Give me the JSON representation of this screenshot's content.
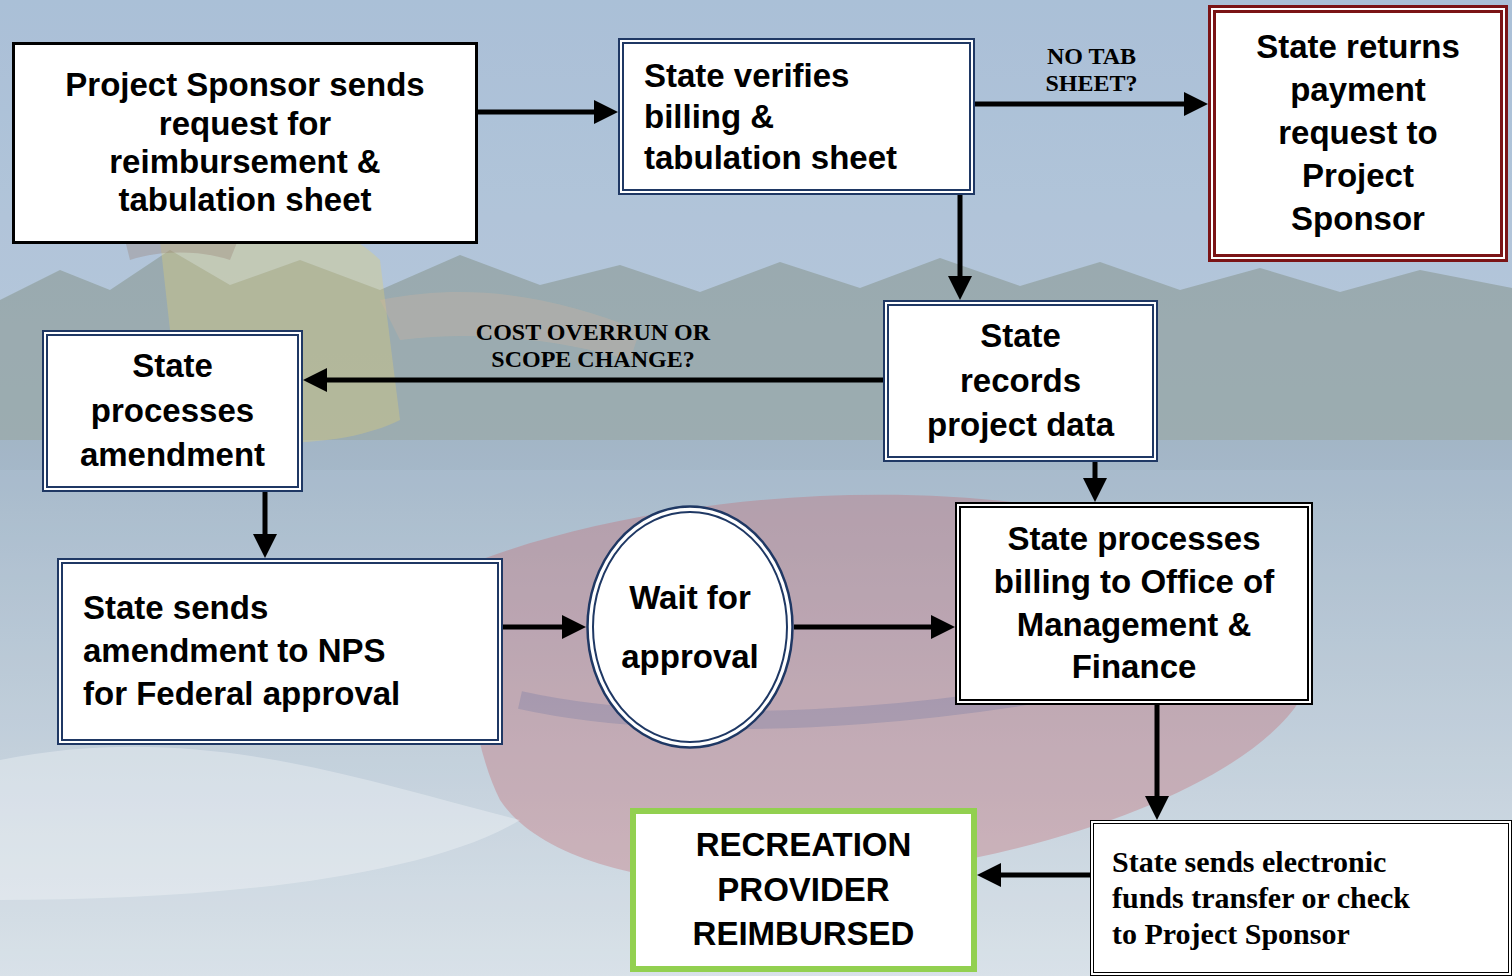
{
  "diagram": {
    "nodes": [
      {
        "text": [
          "Project Sponsor sends request for reimbursement & tabulation sheet"
        ]
      },
      {
        "text": [
          "State verifies billing & tabulation sheet"
        ]
      },
      {
        "text": [
          "State returns payment request to Project Sponsor"
        ]
      },
      {
        "text": [
          "State records project data"
        ]
      },
      {
        "text": [
          "State processes amendment"
        ]
      },
      {
        "text": [
          "State sends amendment to NPS for Federal approval"
        ]
      },
      {
        "text": [
          "Wait for approval"
        ]
      },
      {
        "text": [
          "State processes billing to Office of Management & Finance"
        ]
      },
      {
        "text": [
          "RECREATION PROVIDER REIMBURSED"
        ]
      },
      {
        "text": [
          "State sends electronic funds transfer or check to Project Sponsor"
        ]
      }
    ],
    "edges": [
      {
        "from": 0,
        "to": 1,
        "arrow": "to"
      },
      {
        "from": 1,
        "to": 2,
        "label": "NO TAB SHEET?",
        "arrow": "to"
      },
      {
        "from": 1,
        "to": 3,
        "arrow": "to"
      },
      {
        "from": 3,
        "to": 4,
        "label": "COST OVERRUN OR SCOPE CHANGE?",
        "arrow": "to"
      },
      {
        "from": 4,
        "to": 5,
        "arrow": "to"
      },
      {
        "from": 5,
        "to": 6,
        "arrow": "to"
      },
      {
        "from": 6,
        "to": 7,
        "arrow": "to"
      },
      {
        "from": 3,
        "to": 7,
        "arrow": "to"
      },
      {
        "from": 7,
        "to": 9,
        "arrow": "to"
      },
      {
        "from": 9,
        "to": 8,
        "arrow": "to"
      }
    ]
  }
}
